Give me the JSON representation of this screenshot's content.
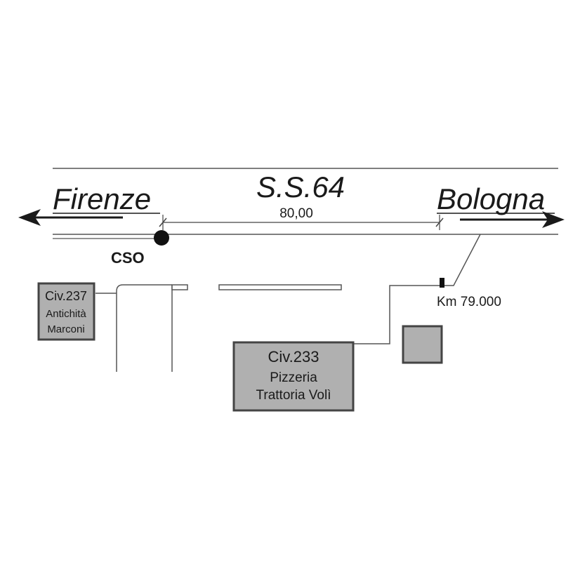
{
  "road": {
    "name": "S.S.64",
    "distance_label": "80,00"
  },
  "directions": {
    "left": "Firenze",
    "right": "Bologna"
  },
  "cso_label": "CSO",
  "km_marker": "Km 79.000",
  "buildings": {
    "civ237": {
      "number": "Civ.237",
      "line1": "Antichità",
      "line2": "Marconi"
    },
    "civ233": {
      "number": "Civ.233",
      "line1": "Pizzeria",
      "line2": "Trattoria Volì"
    }
  },
  "colors": {
    "building_fill": "#b0b0b0",
    "building_stroke": "#444444",
    "line": "#444444",
    "text": "#1a1a1a"
  }
}
